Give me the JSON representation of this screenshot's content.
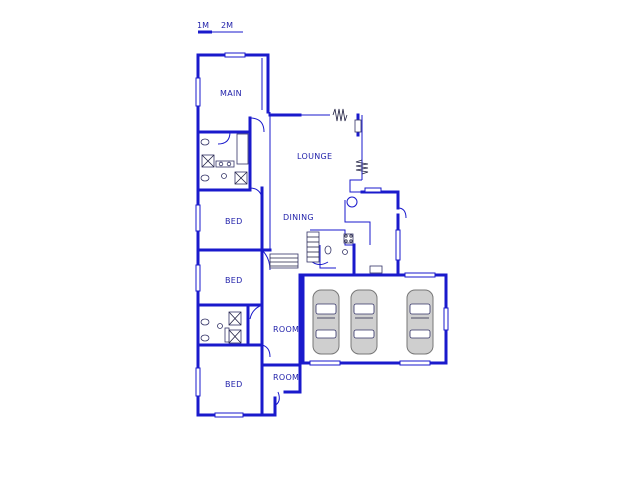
{
  "scale": {
    "label_1": "1M",
    "label_2": "2M"
  },
  "rooms": {
    "main": "MAIN",
    "lounge": "LOUNGE",
    "dining": "DINING",
    "bed_1": "BED",
    "bed_2": "BED",
    "bed_3": "BED",
    "room_1": "ROOM",
    "room_2": "ROOM"
  },
  "colors": {
    "wall": "#1a1acc",
    "label": "#2222aa",
    "fixture": "#333366"
  },
  "icons": [
    "car-icon",
    "toilet-icon",
    "shower-icon",
    "basin-icon",
    "stairs-icon",
    "fireplace-icon"
  ]
}
